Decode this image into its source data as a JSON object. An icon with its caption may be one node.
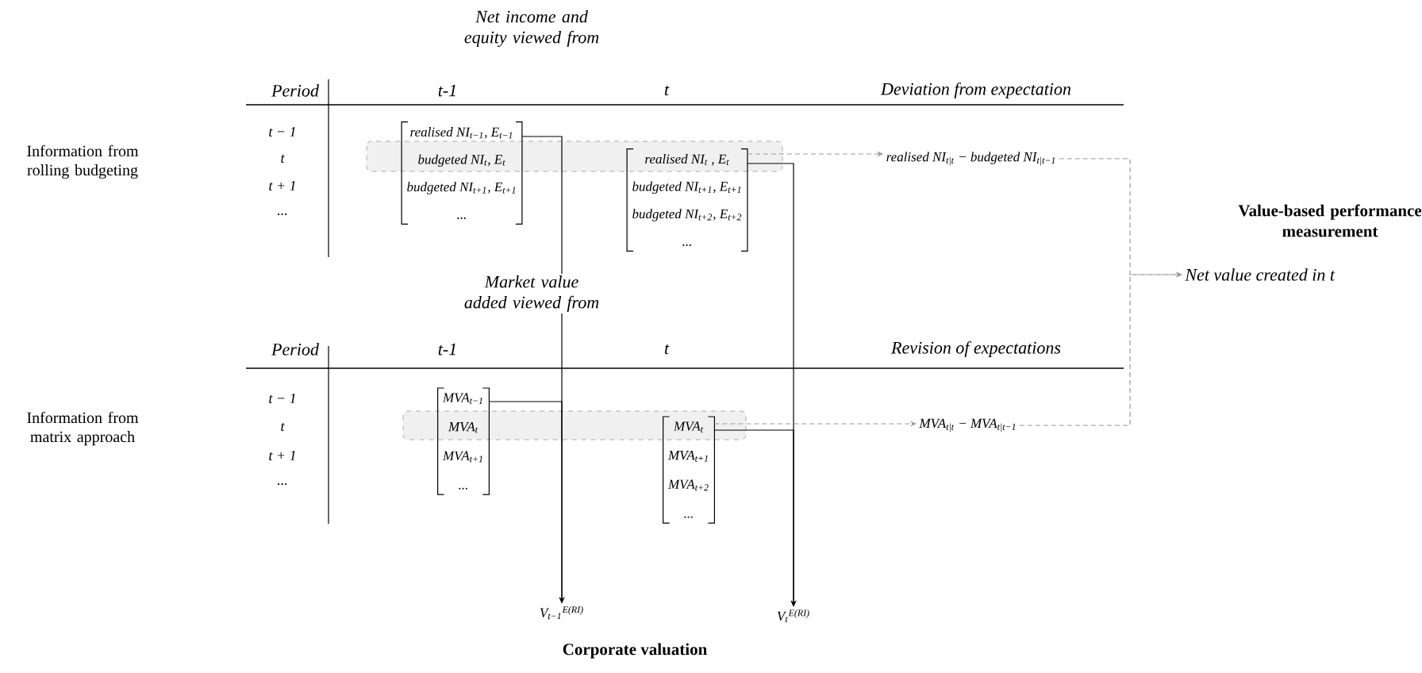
{
  "diagram": {
    "nodes": [
      {
        "text": [
          "realised NI$_{t−1}$, E$_{t−1}$",
          "budgeted NI$_{t}$, E$_{t}$",
          "budgeted NI$_{t+1}$, E$_{t+1}$",
          "..."
        ]
      },
      {
        "text": [
          "realised NI$_{t}$ , E$_{t}$",
          "budgeted NI$_{t+1}$, E$_{t+1}$",
          "budgeted NI$_{t+2}$, E$_{t+2}$",
          "..."
        ]
      },
      {
        "text": [
          "realised NI$_{t|t}$ − budgeted NI$_{t|t−1}$"
        ]
      },
      {
        "text": [
          "Net value created in t"
        ]
      },
      {
        "text": [
          "MVA$_{t−1}$",
          "MVA$_{t}$",
          "MVA$_{t+1}$",
          "..."
        ]
      },
      {
        "text": [
          "MVA$_{t}$",
          "MVA$_{t+1}$",
          "MVA$_{t+2}$",
          "..."
        ]
      },
      {
        "text": [
          "MVA$_{t|t}$ − MVA$_{t|t−1}$"
        ]
      },
      {
        "text": [
          "V$_{t−1}$$^{E(RI)}$"
        ]
      },
      {
        "text": [
          "V$_{t}$$^{E(RI)}$"
        ]
      }
    ],
    "edges": [
      {
        "from": 0,
        "to": 7,
        "arrow": "to"
      },
      {
        "from": 4,
        "to": 7,
        "arrow": "to"
      },
      {
        "from": 1,
        "to": 8,
        "arrow": "to"
      },
      {
        "from": 5,
        "to": 8,
        "arrow": "to"
      },
      {
        "from": 1,
        "to": 2,
        "arrow": "to",
        "style": "dashed",
        "color": "#999999"
      },
      {
        "from": 5,
        "to": 6,
        "arrow": "to",
        "style": "dashed",
        "color": "#999999"
      },
      {
        "from": 2,
        "to": 3,
        "arrow": "to",
        "style": "dashed",
        "color": "#999999"
      },
      {
        "from": 6,
        "to": 3,
        "arrow": "to",
        "style": "dashed",
        "color": "#999999"
      }
    ],
    "labels": [
      "Net income and equity viewed from",
      "Period",
      "t-1",
      "t",
      "Deviation from expectation",
      "t − 1",
      "t",
      "t + 1",
      "...",
      "Information from rolling budgeting",
      "Value-based performance measurement",
      "Market value added viewed from",
      "Period",
      "t-1",
      "t",
      "Revision of expectations",
      "t − 1",
      "t",
      "t + 1",
      "...",
      "Information from matrix approach",
      "Corporate valuation"
    ]
  }
}
